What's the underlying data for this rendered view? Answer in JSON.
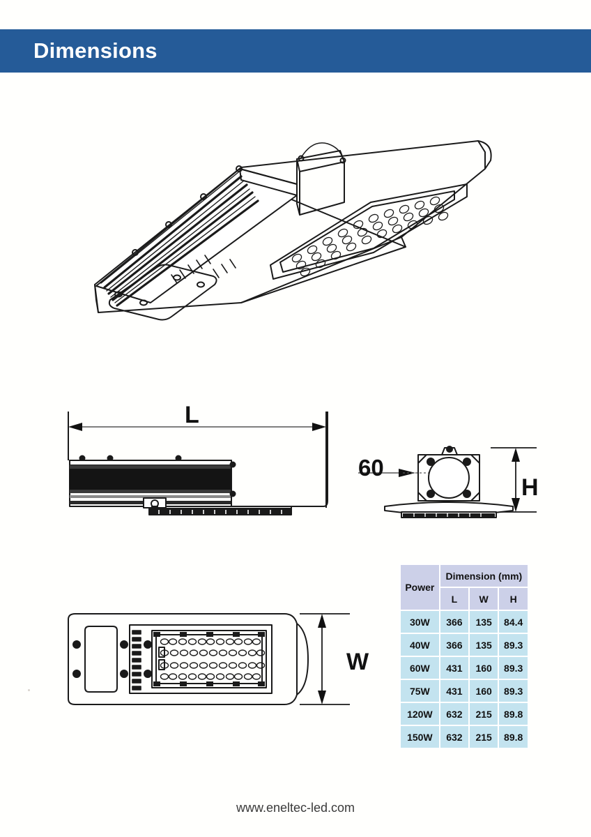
{
  "page": {
    "background_color": "#fffffd"
  },
  "header": {
    "title": "Dimensions",
    "background_color": "#255b98",
    "text_color": "#ffffff"
  },
  "drawings": {
    "iso_view": {
      "name": "LED street light isometric view",
      "caption": ""
    },
    "side_view": {
      "name": "LED street light side elevation",
      "dimension_label": "L"
    },
    "end_view": {
      "name": "LED street light end view with pole mount",
      "pole_diameter_label": "60",
      "height_label": "H"
    },
    "bottom_view": {
      "name": "LED street light bottom view",
      "width_label": "W"
    }
  },
  "dimension_table": {
    "group_header": "Dimension (mm)",
    "power_header": "Power",
    "sub_headers": [
      "L",
      "W",
      "H"
    ],
    "header_background": "#ccd0e8",
    "cell_background": "#c3e3ef",
    "rows": [
      {
        "power": "30W",
        "L": "366",
        "W": "135",
        "H": "84.4"
      },
      {
        "power": "40W",
        "L": "366",
        "W": "135",
        "H": "89.3"
      },
      {
        "power": "60W",
        "L": "431",
        "W": "160",
        "H": "89.3"
      },
      {
        "power": "75W",
        "L": "431",
        "W": "160",
        "H": "89.3"
      },
      {
        "power": "120W",
        "L": "632",
        "W": "215",
        "H": "89.8"
      },
      {
        "power": "150W",
        "L": "632",
        "W": "215",
        "H": "89.8"
      }
    ]
  },
  "footer": {
    "url": "www.eneltec-led.com"
  }
}
